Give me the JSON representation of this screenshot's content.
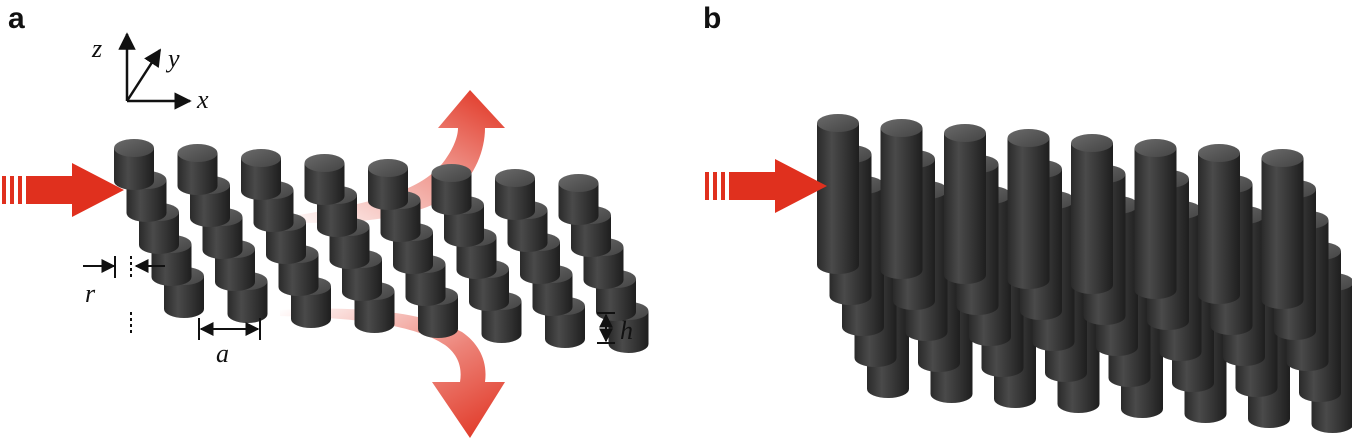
{
  "panels": {
    "a": {
      "label": "a"
    },
    "b": {
      "label": "b"
    }
  },
  "axes": {
    "z": "z",
    "y": "y",
    "x": "x"
  },
  "dimensions": {
    "radius": "r",
    "lattice_constant": "a",
    "height": "h"
  },
  "colors": {
    "arrow": "#e0301e",
    "pillar_side": "#3a3a3a",
    "pillar_top": "#555555",
    "background": "#ffffff"
  },
  "lattice": {
    "panel_a": {
      "rows": 5,
      "columns": 8,
      "pillar_shape": "short cylinder"
    },
    "panel_b": {
      "rows": 5,
      "columns": 8,
      "pillar_shape": "tall cylinder"
    }
  },
  "icons": [
    "incident-light-arrow",
    "guided-light-arrow-up",
    "guided-light-arrow-down",
    "axis-triad"
  ]
}
